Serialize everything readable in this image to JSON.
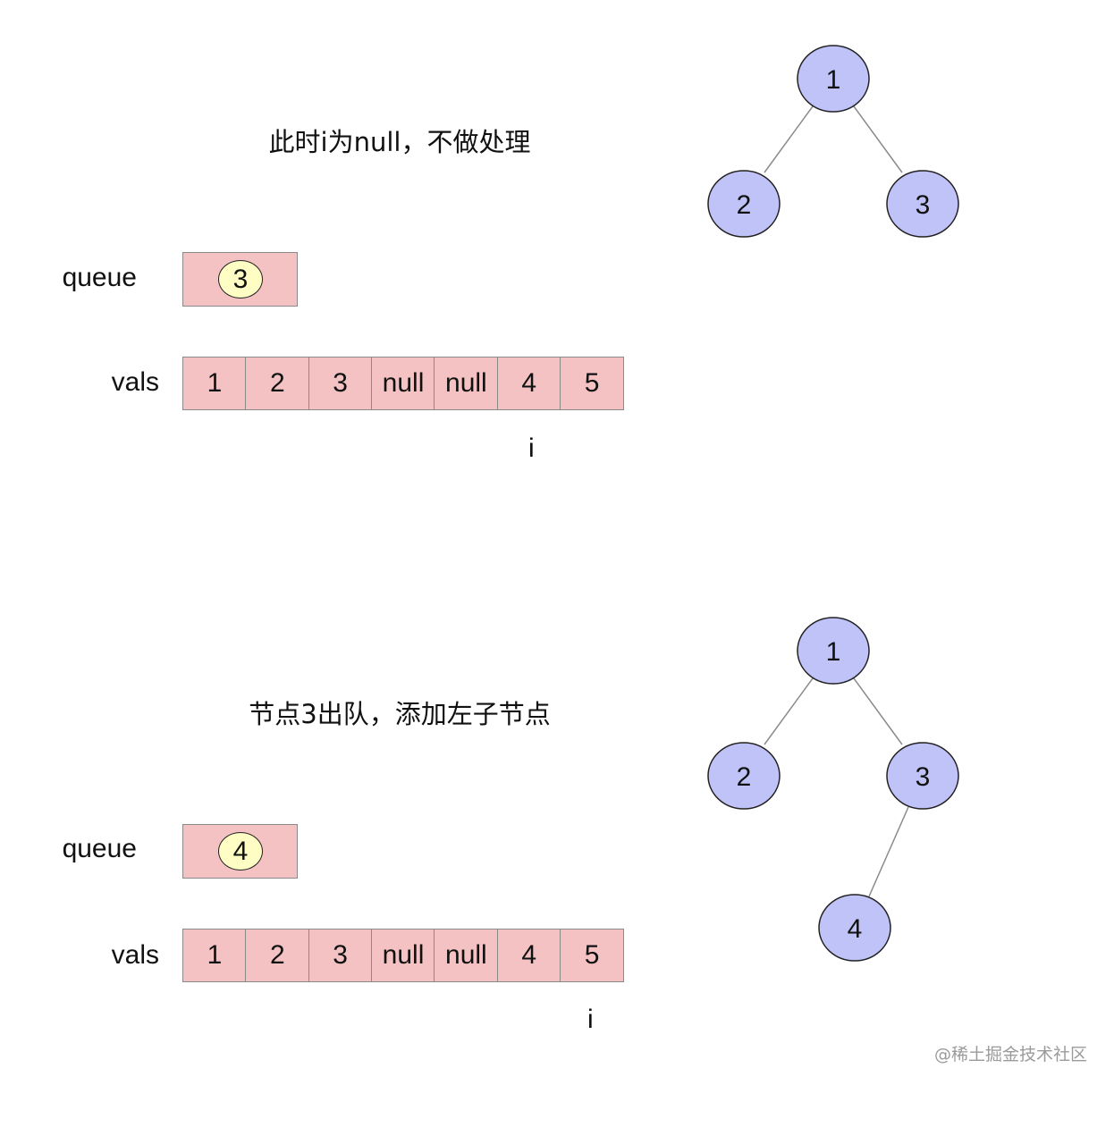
{
  "top": {
    "caption": "此时i为null，不做处理",
    "queue_label": "queue",
    "queue_items": [
      "3"
    ],
    "vals_label": "vals",
    "vals": [
      "1",
      "2",
      "3",
      "null",
      "null",
      "4",
      "5"
    ],
    "pointer": "i",
    "pointer_index": 5,
    "tree_nodes": [
      "1",
      "2",
      "3"
    ]
  },
  "bottom": {
    "caption": "节点3出队，添加左子节点",
    "queue_label": "queue",
    "queue_items": [
      "4"
    ],
    "vals_label": "vals",
    "vals": [
      "1",
      "2",
      "3",
      "null",
      "null",
      "4",
      "5"
    ],
    "pointer": "i",
    "pointer_index": 6,
    "tree_nodes": [
      "1",
      "2",
      "3",
      "4"
    ]
  },
  "watermark": "@稀土掘金技术社区",
  "colors": {
    "cell_fill": "#f4c2c2",
    "queue_node_fill": "#fdfdc4",
    "tree_node_fill": "#c0c3f7"
  }
}
